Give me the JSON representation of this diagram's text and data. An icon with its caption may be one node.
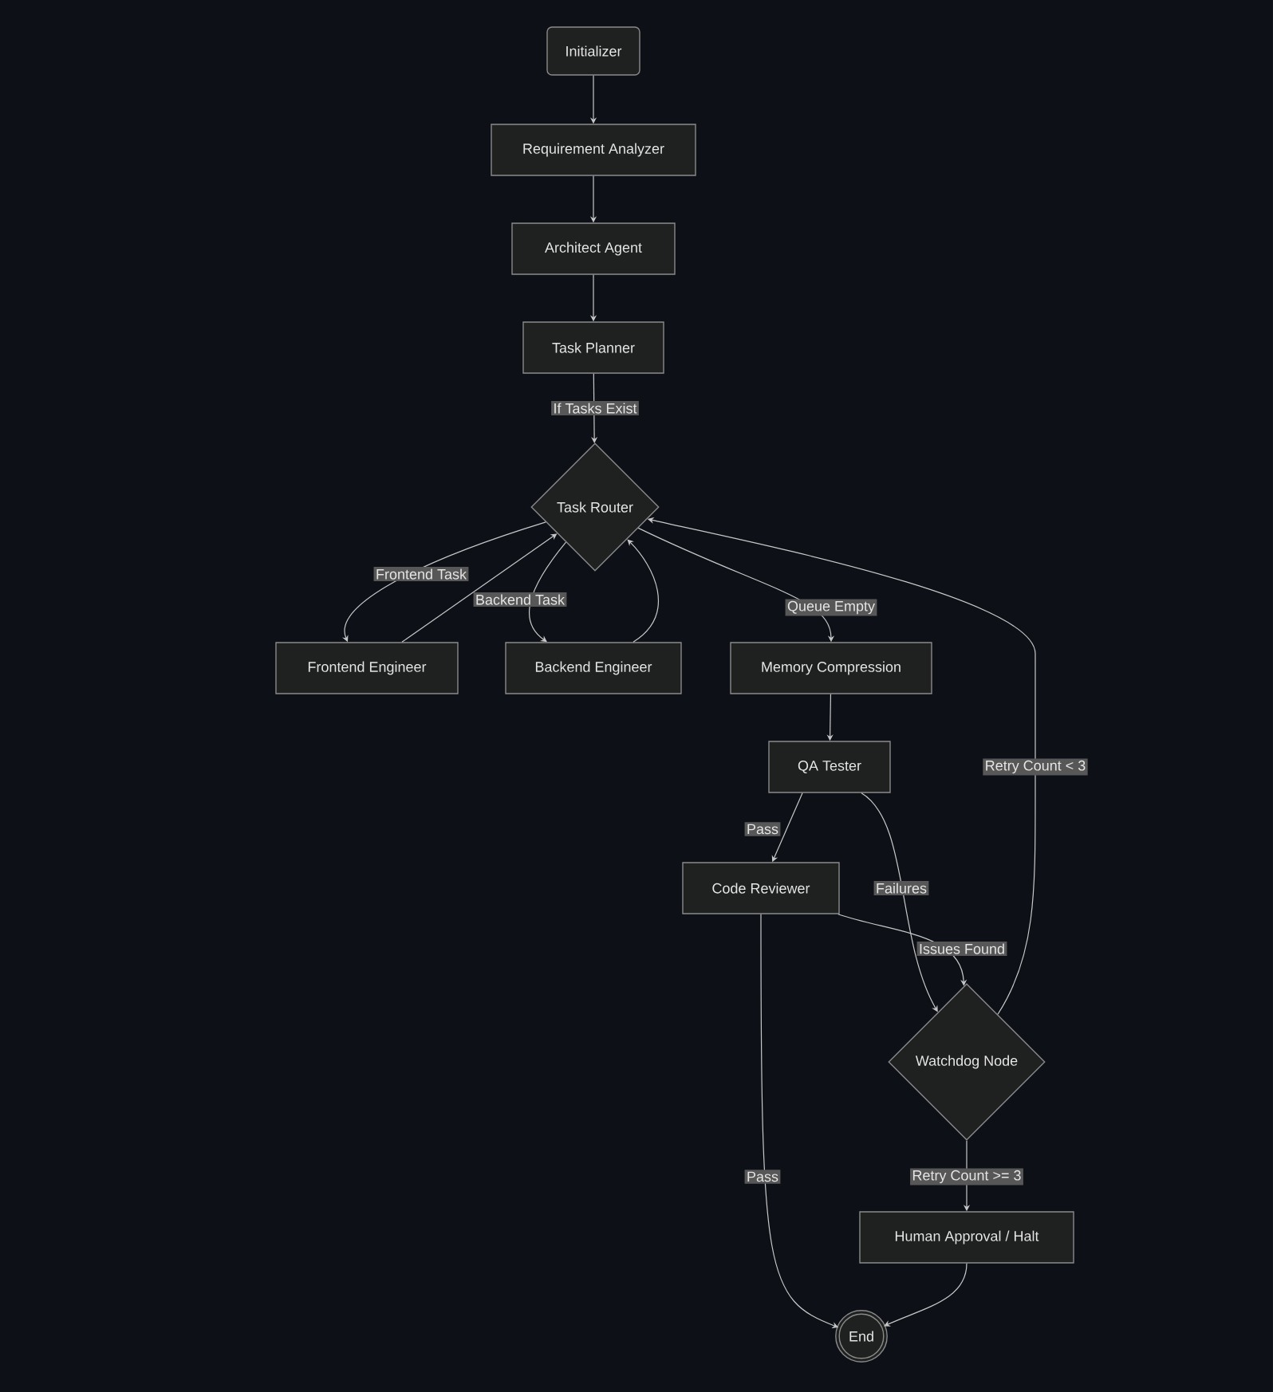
{
  "diagram": {
    "nodes": [
      {
        "text": [
          "Initializer"
        ]
      },
      {
        "text": [
          "Requirement Analyzer"
        ]
      },
      {
        "text": [
          "Architect Agent"
        ]
      },
      {
        "text": [
          "Task Planner"
        ]
      },
      {
        "text": [
          "Task Router"
        ]
      },
      {
        "text": [
          "Frontend Engineer"
        ]
      },
      {
        "text": [
          "Backend Engineer"
        ]
      },
      {
        "text": [
          "Memory Compression"
        ]
      },
      {
        "text": [
          "QA Tester"
        ]
      },
      {
        "text": [
          "Code Reviewer"
        ]
      },
      {
        "text": [
          "Watchdog Node"
        ]
      },
      {
        "text": [
          "Human Approval / Halt"
        ]
      },
      {
        "text": [
          "End"
        ]
      }
    ],
    "edges": [
      {
        "from": 0,
        "to": 1,
        "arrow": "to"
      },
      {
        "from": 1,
        "to": 2,
        "arrow": "to"
      },
      {
        "from": 2,
        "to": 3,
        "arrow": "to"
      },
      {
        "from": 3,
        "to": 4,
        "arrow": "to",
        "label": "If Tasks Exist"
      },
      {
        "from": 4,
        "to": 5,
        "arrow": "to",
        "label": "Frontend Task"
      },
      {
        "from": 5,
        "to": 4,
        "arrow": "to"
      },
      {
        "from": 4,
        "to": 6,
        "arrow": "to",
        "label": "Backend Task"
      },
      {
        "from": 6,
        "to": 4,
        "arrow": "to"
      },
      {
        "from": 4,
        "to": 7,
        "arrow": "to",
        "label": "Queue Empty"
      },
      {
        "from": 7,
        "to": 8,
        "arrow": "to"
      },
      {
        "from": 8,
        "to": 9,
        "arrow": "to",
        "label": "Pass"
      },
      {
        "from": 8,
        "to": 10,
        "arrow": "to",
        "label": "Failures"
      },
      {
        "from": 9,
        "to": 10,
        "arrow": "to",
        "label": "Issues Found"
      },
      {
        "from": 10,
        "to": 4,
        "arrow": "to",
        "label": "Retry Count < 3"
      },
      {
        "from": 10,
        "to": 11,
        "arrow": "to",
        "label": "Retry Count >= 3"
      },
      {
        "from": 9,
        "to": 12,
        "arrow": "to",
        "label": "Pass"
      },
      {
        "from": 11,
        "to": 12,
        "arrow": "to"
      }
    ]
  }
}
